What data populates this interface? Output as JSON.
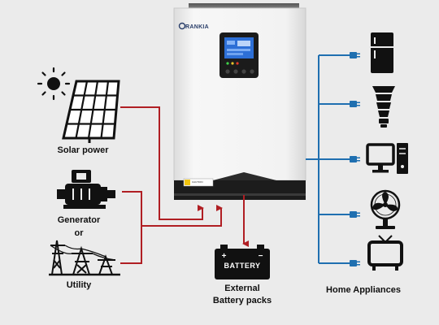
{
  "device": {
    "brand": "RANKIA",
    "caution_label": "CAUTION"
  },
  "sources": {
    "solar_label": "Solar power",
    "generator_label": "Generator",
    "or_label": "or",
    "utility_label": "Utility"
  },
  "battery": {
    "icon_text": "BATTERY",
    "label_line1": "External",
    "label_line2": "Battery packs"
  },
  "appliances": {
    "label": "Home Appliances",
    "items": [
      "fridge-icon",
      "bulb-icon",
      "computer-icon",
      "fan-icon",
      "tv-icon"
    ]
  },
  "colors": {
    "input_wire": "#b01e23",
    "output_wire": "#1f6fb0",
    "inverter_body": "#f4f4f4",
    "inverter_base": "#1c1c1c"
  }
}
